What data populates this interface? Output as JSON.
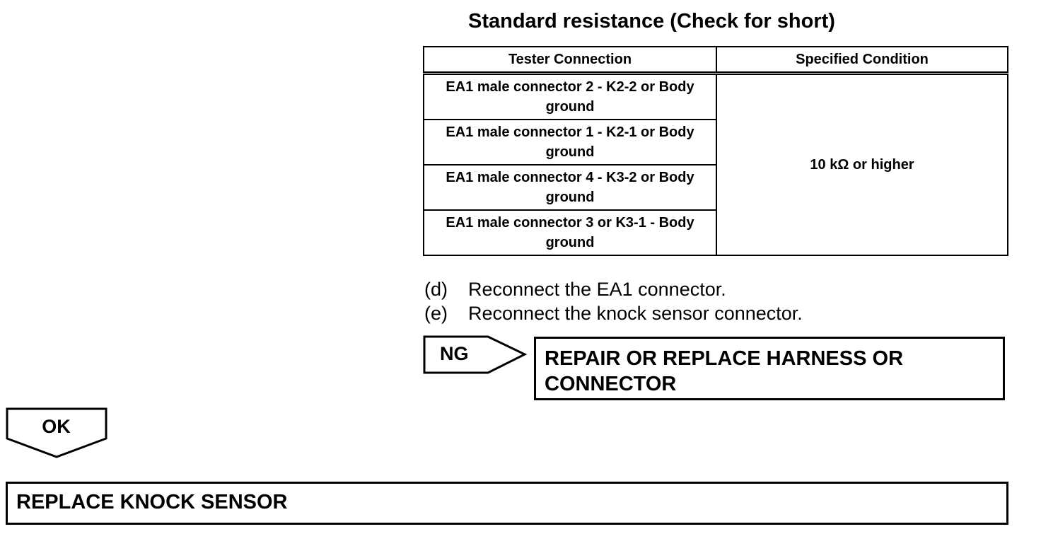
{
  "title": "Standard resistance (Check for short)",
  "table": {
    "headers": [
      "Tester Connection",
      "Specified Condition"
    ],
    "rows": [
      "EA1 male connector 2 - K2-2 or Body ground",
      "EA1 male connector 1 - K2-1 or Body ground",
      "EA1 male connector 4 - K3-2 or Body ground",
      "EA1 male connector 3 or K3-1 - Body ground"
    ],
    "condition": "10 kΩ or higher"
  },
  "steps": [
    {
      "label": "(d)",
      "text": "Reconnect the EA1 connector."
    },
    {
      "label": "(e)",
      "text": "Reconnect the knock sensor connector."
    }
  ],
  "ng": {
    "label": "NG",
    "action": "REPAIR OR REPLACE HARNESS OR CONNECTOR"
  },
  "ok": {
    "label": "OK",
    "action": "REPLACE KNOCK SENSOR"
  }
}
